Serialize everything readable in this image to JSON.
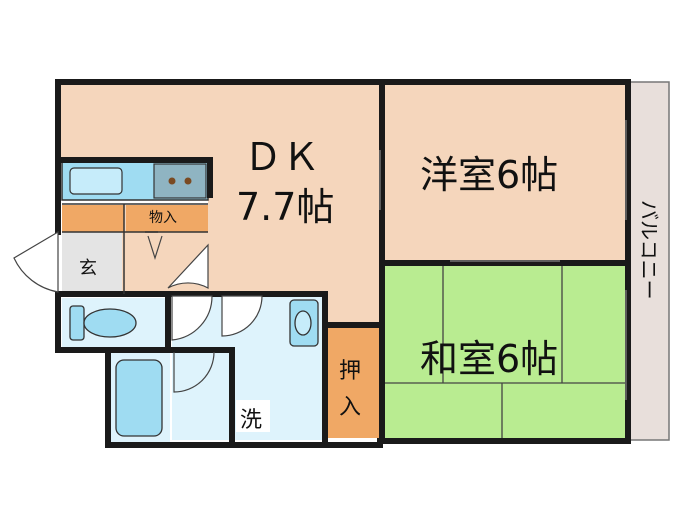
{
  "rooms": {
    "dk": {
      "line1": "ＤＫ",
      "line2": "7.7帖",
      "color": "#f5d6bc"
    },
    "western": {
      "label": "洋室6帖",
      "color": "#f5d6bc"
    },
    "japanese": {
      "label": "和室6帖",
      "color": "#b9ec91"
    },
    "entrance": {
      "label": "玄"
    },
    "storage_small": {
      "label": "物入",
      "color": "#f0a865"
    },
    "closet": {
      "line1": "押",
      "line2": "入",
      "color": "#f0a865"
    },
    "washroom": {
      "label": "洗",
      "color": "#def3fc"
    },
    "balcony": {
      "label": "バルコニー",
      "color": "#e8dfdb"
    }
  },
  "colors": {
    "wall": "#1a1a1a",
    "wet_area": "#def3fc",
    "fixture": "#9fdcf2",
    "kitchen_counter": "#9fdcf2",
    "stove": "#8fb4c2"
  }
}
